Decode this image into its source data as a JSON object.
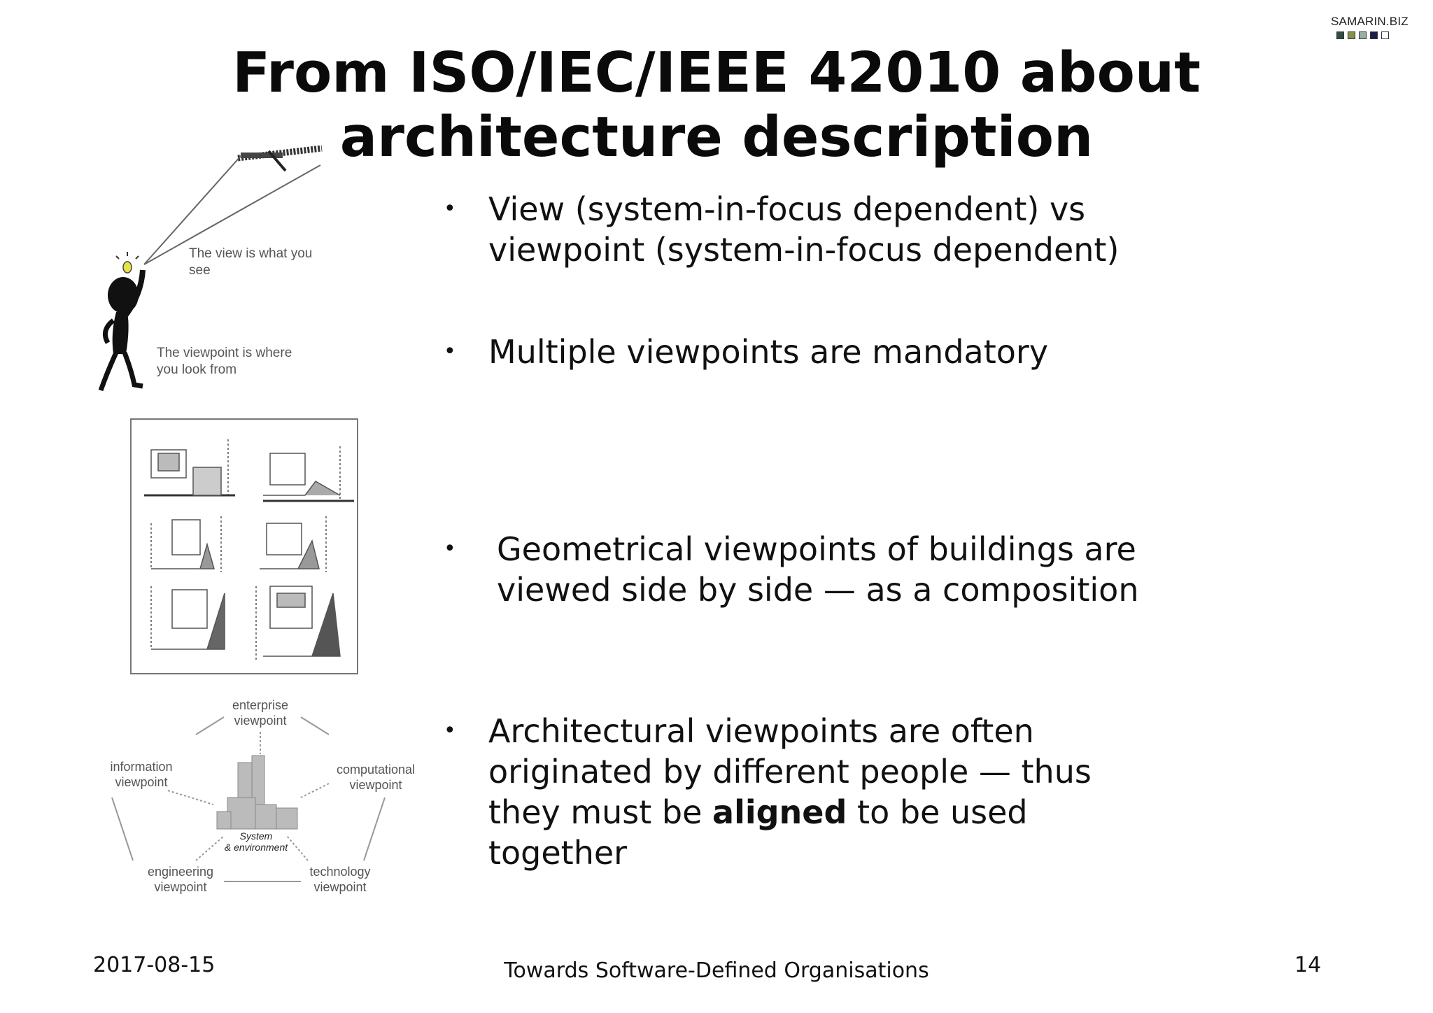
{
  "logo": {
    "text": "SAMARIN.BIZ",
    "square_colors": [
      "#2f4f46",
      "#8a8f4a",
      "#9aaea2",
      "#1e1a4a",
      "#ffffff"
    ]
  },
  "title": {
    "line1": "From ISO/IEC/IEEE 42010 about",
    "line2": "architecture description"
  },
  "illustration_stickman": {
    "caption_view_1": "The view is what you",
    "caption_view_2": "see",
    "caption_viewpoint_1": "The viewpoint is where",
    "caption_viewpoint_2": "you look from"
  },
  "illustration_viewpoints": {
    "enterprise_1": "enterprise",
    "enterprise_2": "viewpoint",
    "information_1": "information",
    "information_2": "viewpoint",
    "computational_1": "computational",
    "computational_2": "viewpoint",
    "system_1": "System",
    "system_2": "& environment",
    "engineering_1": "engineering",
    "engineering_2": "viewpoint",
    "technology_1": "technology",
    "technology_2": "viewpoint"
  },
  "bullets": [
    {
      "symbol": "•",
      "line1": "View (system-in-focus dependent) vs",
      "line2": "viewpoint (system-in-focus dependent)"
    },
    {
      "symbol": "•",
      "line1": "Multiple viewpoints are mandatory"
    },
    {
      "symbol": "•",
      "line1": "Geometrical viewpoints of buildings are",
      "line2": "viewed side by side — as a composition"
    },
    {
      "symbol": "•",
      "line1": "Architectural viewpoints are often",
      "line2": "originated by different people — thus",
      "line3_pre": "they must be ",
      "line3_bold": "aligned",
      "line3_post": " to be used",
      "line4": "together"
    }
  ],
  "footer": {
    "date": "2017-08-15",
    "center": "Towards Software-Defined Organisations",
    "page": "14"
  }
}
